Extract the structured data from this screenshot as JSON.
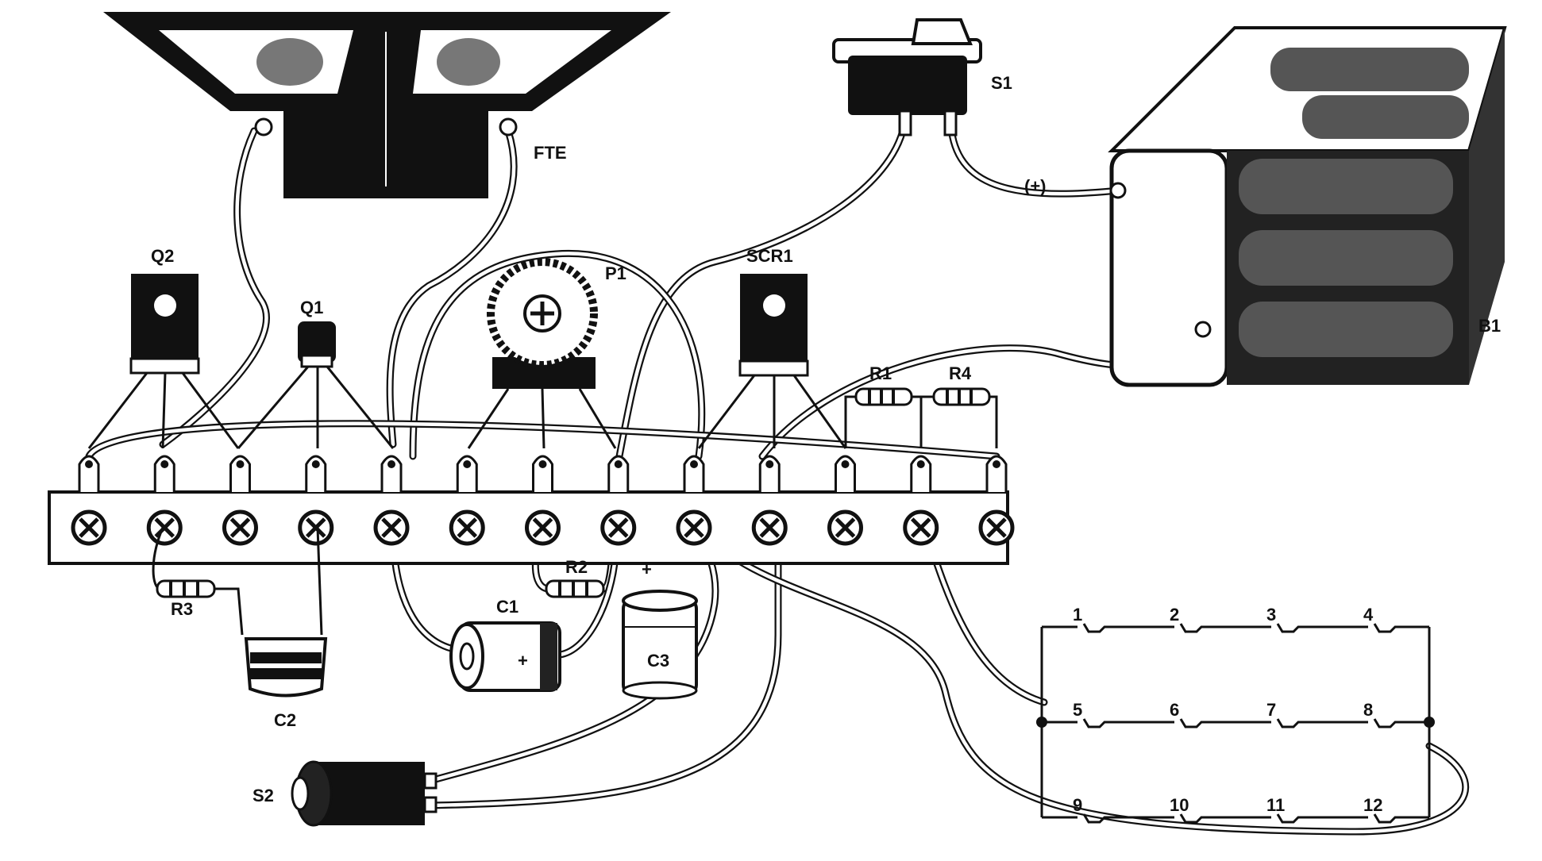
{
  "labels": {
    "speaker": "FTE",
    "switch_s1": "S1",
    "battery": "B1",
    "battery_polarity": "(+)",
    "q2": "Q2",
    "q1": "Q1",
    "pot": "P1",
    "scr": "SCR1",
    "r1": "R1",
    "r4": "R4",
    "r2": "R2",
    "r3": "R3",
    "c1": "C1",
    "c1_plus": "+",
    "c2": "C2",
    "c3": "C3",
    "c3_plus": "+",
    "s2": "S2"
  },
  "matrix_keys": [
    "1",
    "2",
    "3",
    "4",
    "5",
    "6",
    "7",
    "8",
    "9",
    "10",
    "11",
    "12"
  ],
  "colors": {
    "ink": "#111111",
    "paper": "#ffffff"
  },
  "terminal_strip": {
    "terminal_count": 13
  }
}
